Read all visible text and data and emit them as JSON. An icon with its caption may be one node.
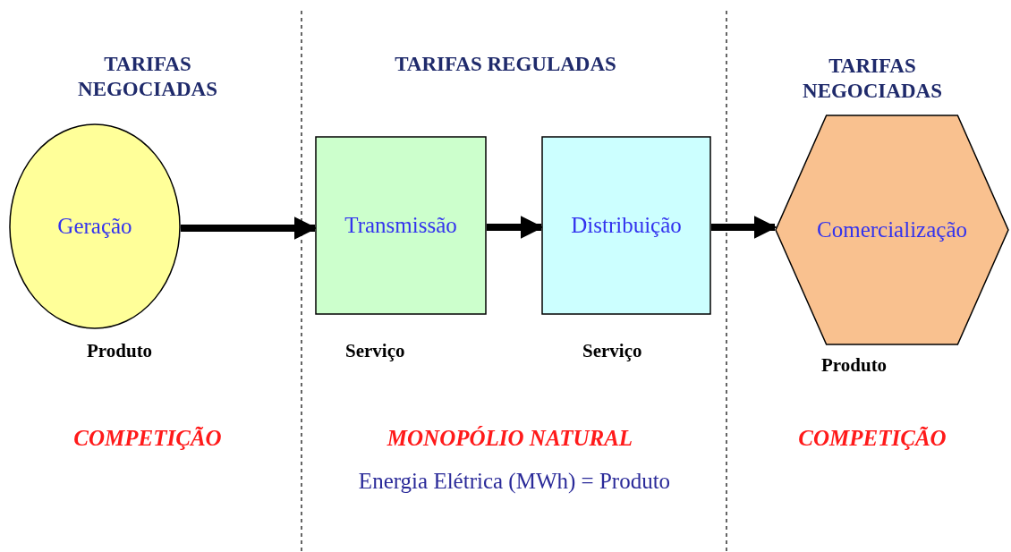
{
  "diagram": {
    "nodes": [
      {
        "text": [
          "Geração"
        ],
        "beside": [
          "Produto"
        ]
      },
      {
        "text": [
          "Transmissão"
        ],
        "beside": [
          "Serviço"
        ]
      },
      {
        "text": [
          "Distribuição"
        ],
        "beside": [
          "Serviço"
        ]
      },
      {
        "text": [
          "Comercialização"
        ],
        "beside": [
          "Produto"
        ]
      }
    ],
    "edges": [
      {
        "from": 0,
        "to": 1,
        "arrow": "to"
      },
      {
        "from": 1,
        "to": 2,
        "arrow": "to"
      },
      {
        "from": 2,
        "to": 3,
        "arrow": "to"
      }
    ],
    "labels": [
      "TARIFAS NEGOCIADAS",
      "TARIFAS REGULADAS",
      "TARIFAS NEGOCIADAS",
      "COMPETIÇÃO",
      "MONOPÓLIO NATURAL",
      "Energia Elétrica (MWh) = Produto",
      "COMPETIÇÃO"
    ]
  }
}
